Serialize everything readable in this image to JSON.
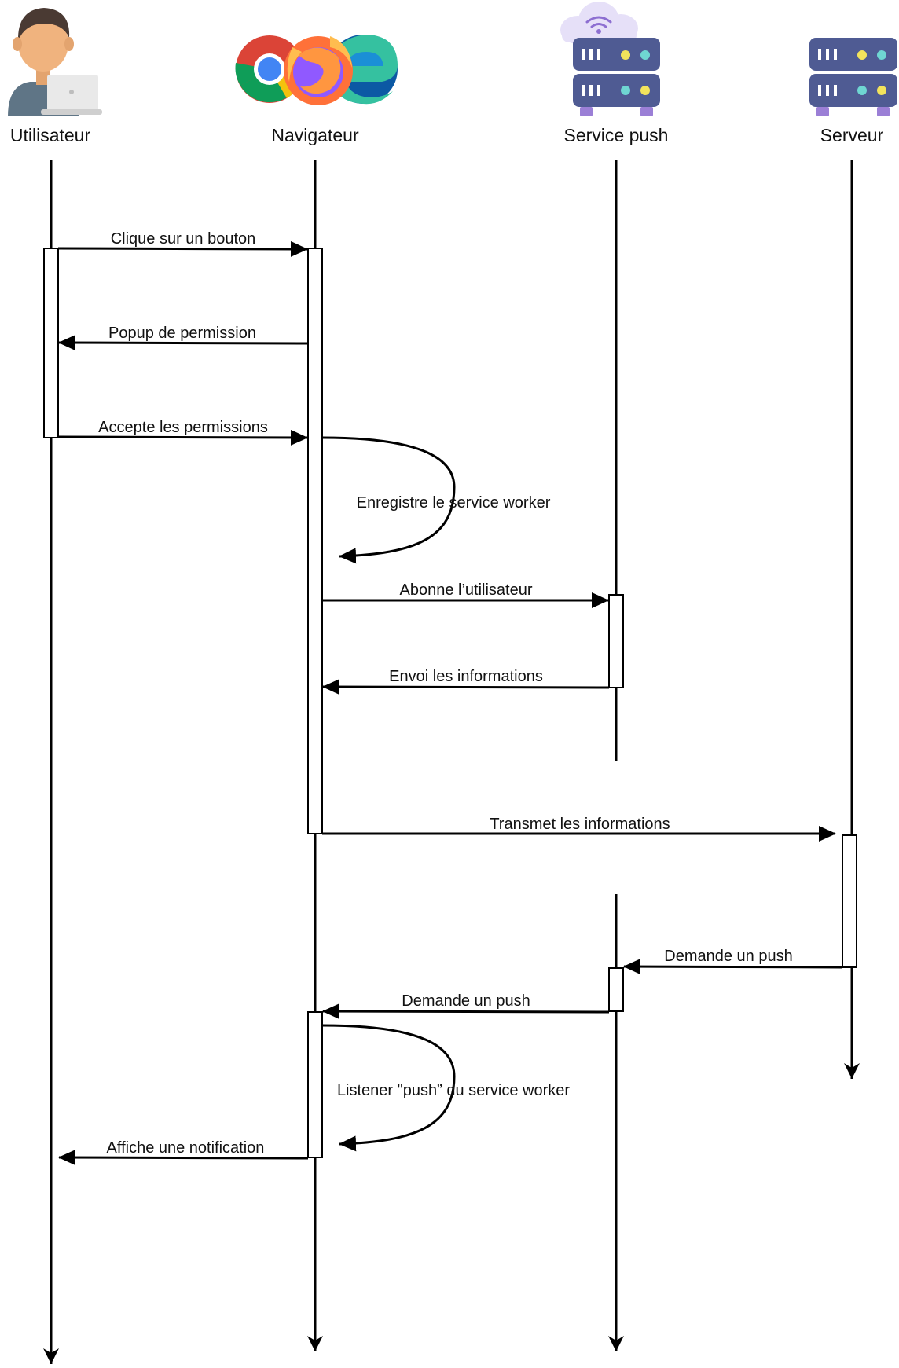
{
  "actors": [
    {
      "name": "Utilisateur",
      "icon": "user-laptop-icon"
    },
    {
      "name": "Navigateur",
      "icon": "browsers-icon"
    },
    {
      "name": "Service push",
      "icon": "cloud-server-icon"
    },
    {
      "name": "Serveur",
      "icon": "server-icon"
    }
  ],
  "messages": [
    {
      "label": "Clique sur un bouton",
      "from": "Utilisateur",
      "to": "Navigateur"
    },
    {
      "label": "Popup de permission",
      "from": "Navigateur",
      "to": "Utilisateur"
    },
    {
      "label": "Accepte les permissions",
      "from": "Utilisateur",
      "to": "Navigateur"
    },
    {
      "label": "Enregistre le service worker",
      "from": "Navigateur",
      "to": "Navigateur"
    },
    {
      "label": "Abonne l’utilisateur",
      "from": "Navigateur",
      "to": "Service push"
    },
    {
      "label": "Envoi les informations",
      "from": "Service push",
      "to": "Navigateur"
    },
    {
      "label": "Transmet les informations",
      "from": "Navigateur",
      "to": "Serveur"
    },
    {
      "label": "Demande un push",
      "from": "Serveur",
      "to": "Service push"
    },
    {
      "label": "Demande un push",
      "from": "Service push",
      "to": "Navigateur"
    },
    {
      "label": "Listener \"push” du service worker",
      "from": "Navigateur",
      "to": "Navigateur"
    },
    {
      "label": "Affiche une notification",
      "from": "Navigateur",
      "to": "Utilisateur"
    }
  ],
  "colors": {
    "line": "#000000",
    "server_body": "#4f5b93",
    "server_feet": "#9b7fd6",
    "server_led_cyan": "#6fd6d2",
    "server_led_yellow": "#f2e35c",
    "cloud": "#e6e0f8",
    "wifi": "#8d6fd1",
    "skin": "#f0b37e",
    "hair": "#4a3a33",
    "shirt": "#5f7586",
    "laptop": "#d9d9d9",
    "chrome_red": "#db4437",
    "chrome_yellow": "#f4c20d",
    "chrome_green": "#0f9d58",
    "chrome_blue": "#4285f4",
    "firefox_orange": "#ff7139",
    "firefox_purple": "#9059ff",
    "edge_blue": "#0c59a4",
    "edge_green": "#35c1a0"
  }
}
